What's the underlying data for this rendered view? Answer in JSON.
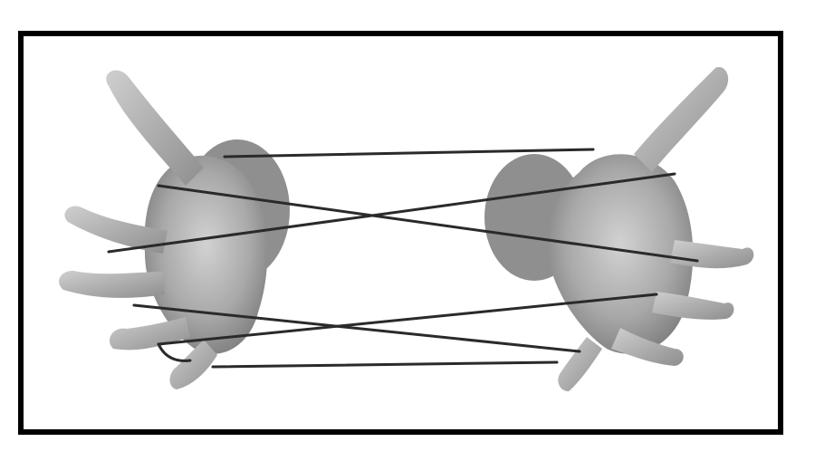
{
  "image": {
    "subject": "cats-cradle-string-figure",
    "colors": {
      "background": "#ffffff",
      "frame": "#000000",
      "skin_light": "#c8c8c8",
      "skin_mid": "#a3a3a3",
      "skin_dark": "#7a7a7a",
      "string": "#2a2a2a"
    },
    "icons": [
      "left-hand",
      "right-hand",
      "string-loop"
    ]
  }
}
